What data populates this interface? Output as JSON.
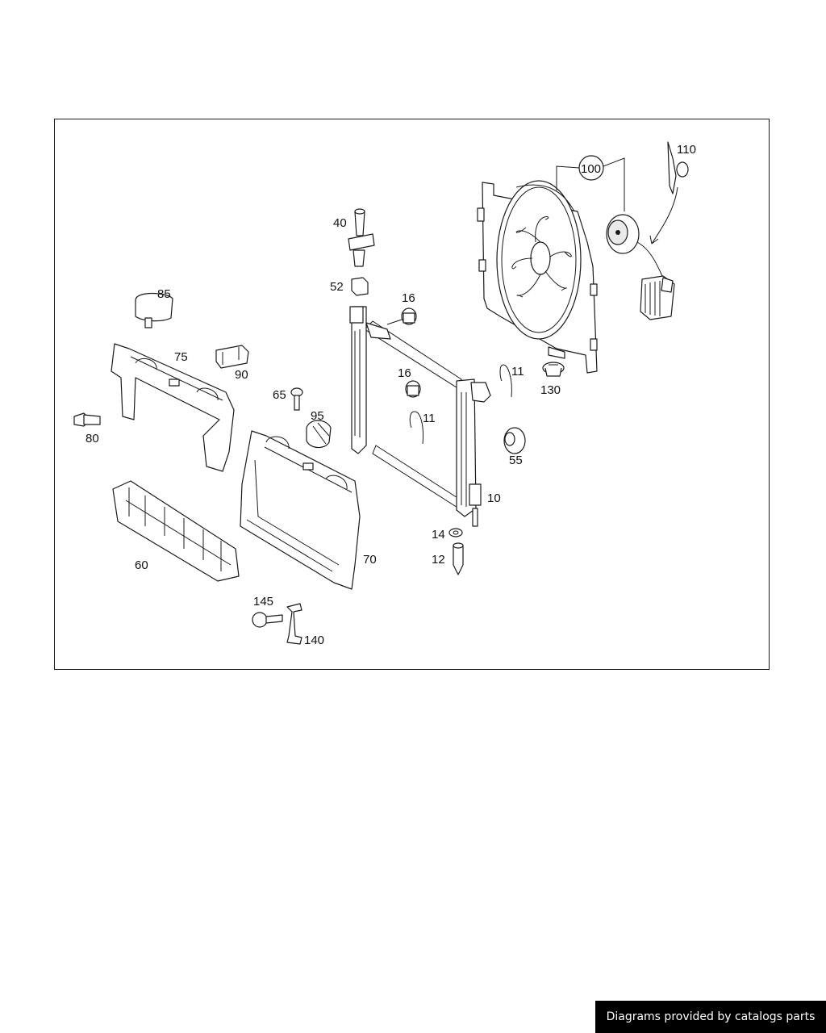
{
  "diagram": {
    "callouts": {
      "c10": "10",
      "c11a": "11",
      "c11b": "11",
      "c12": "12",
      "c14": "14",
      "c16a": "16",
      "c16b": "16",
      "c40": "40",
      "c52": "52",
      "c55": "55",
      "c60": "60",
      "c65": "65",
      "c70": "70",
      "c75": "75",
      "c80": "80",
      "c85": "85",
      "c90": "90",
      "c95": "95",
      "c100": "100",
      "c110": "110",
      "c130": "130",
      "c140": "140",
      "c145": "145"
    }
  },
  "footer": {
    "credit": "Diagrams provided by catalogs parts"
  }
}
